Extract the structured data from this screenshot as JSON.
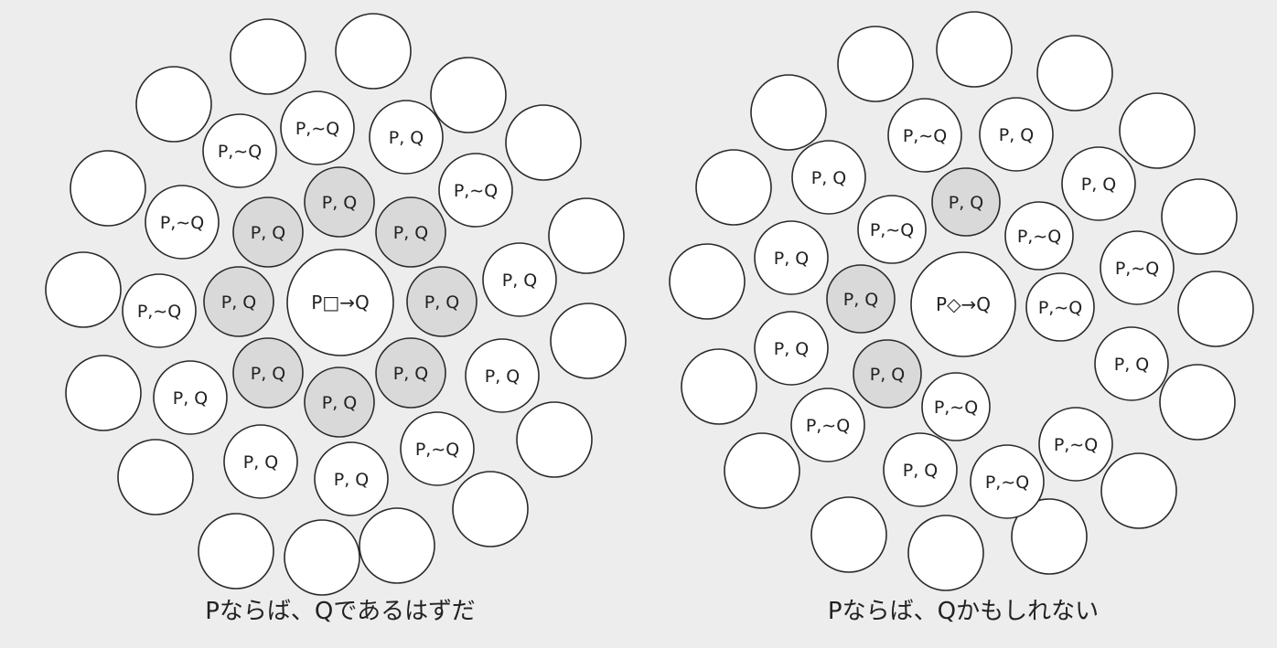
{
  "colors": {
    "background": "#ededed",
    "stroke": "#2a2a2a",
    "circle_fill": "#ffffff",
    "highlight_fill": "#d9d9d9",
    "text": "#222222"
  },
  "diagrams": [
    {
      "name": "necessity",
      "caption": "Pならば、Qであるはずだ",
      "center_label": "P□→Q",
      "circles": [
        {
          "label": "",
          "highlight": false
        },
        {
          "label": "",
          "highlight": false
        },
        {
          "label": "",
          "highlight": false
        },
        {
          "label": "",
          "highlight": false
        },
        {
          "label": "",
          "highlight": false
        },
        {
          "label": "",
          "highlight": false
        },
        {
          "label": "",
          "highlight": false
        },
        {
          "label": "",
          "highlight": false
        },
        {
          "label": "",
          "highlight": false
        },
        {
          "label": "",
          "highlight": false
        },
        {
          "label": "",
          "highlight": false
        },
        {
          "label": "",
          "highlight": false
        },
        {
          "label": "",
          "highlight": false
        },
        {
          "label": "",
          "highlight": false
        },
        {
          "label": "",
          "highlight": false
        },
        {
          "label": "",
          "highlight": false
        },
        {
          "label": "P,∼Q",
          "highlight": false
        },
        {
          "label": "P,∼Q",
          "highlight": false
        },
        {
          "label": "P, Q",
          "highlight": false
        },
        {
          "label": "P,∼Q",
          "highlight": false
        },
        {
          "label": "P, Q",
          "highlight": false
        },
        {
          "label": "P, Q",
          "highlight": false
        },
        {
          "label": "P,∼Q",
          "highlight": false
        },
        {
          "label": "P, Q",
          "highlight": false
        },
        {
          "label": "P, Q",
          "highlight": false
        },
        {
          "label": "P, Q",
          "highlight": false
        },
        {
          "label": "P,∼Q",
          "highlight": false
        },
        {
          "label": "P,∼Q",
          "highlight": false
        },
        {
          "label": "P, Q",
          "highlight": true
        },
        {
          "label": "P, Q",
          "highlight": true
        },
        {
          "label": "P, Q",
          "highlight": true
        },
        {
          "label": "P, Q",
          "highlight": true
        },
        {
          "label": "P, Q",
          "highlight": true
        },
        {
          "label": "P, Q",
          "highlight": true
        },
        {
          "label": "P, Q",
          "highlight": true
        },
        {
          "label": "P, Q",
          "highlight": true
        }
      ]
    },
    {
      "name": "possibility",
      "caption": "Pならば、Qかもしれない",
      "center_label": "P◇→Q",
      "circles": [
        {
          "label": "",
          "highlight": false
        },
        {
          "label": "",
          "highlight": false
        },
        {
          "label": "",
          "highlight": false
        },
        {
          "label": "",
          "highlight": false
        },
        {
          "label": "",
          "highlight": false
        },
        {
          "label": "",
          "highlight": false
        },
        {
          "label": "",
          "highlight": false
        },
        {
          "label": "",
          "highlight": false
        },
        {
          "label": "",
          "highlight": false
        },
        {
          "label": "",
          "highlight": false
        },
        {
          "label": "",
          "highlight": false
        },
        {
          "label": "",
          "highlight": false
        },
        {
          "label": "",
          "highlight": false
        },
        {
          "label": "",
          "highlight": false
        },
        {
          "label": "",
          "highlight": false
        },
        {
          "label": "",
          "highlight": false
        },
        {
          "label": "P,∼Q",
          "highlight": false
        },
        {
          "label": "P, Q",
          "highlight": false
        },
        {
          "label": "P, Q",
          "highlight": false
        },
        {
          "label": "P, Q",
          "highlight": false
        },
        {
          "label": "P,∼Q",
          "highlight": false
        },
        {
          "label": "P,∼Q",
          "highlight": false
        },
        {
          "label": "P, Q",
          "highlight": false
        },
        {
          "label": "P,∼Q",
          "highlight": false
        },
        {
          "label": "P, Q",
          "highlight": false
        },
        {
          "label": "P, Q",
          "highlight": false
        },
        {
          "label": "P, Q",
          "highlight": false
        },
        {
          "label": "P,∼Q",
          "highlight": false
        },
        {
          "label": "P,∼Q",
          "highlight": false
        },
        {
          "label": "P,∼Q",
          "highlight": false
        },
        {
          "label": "P,∼Q",
          "highlight": false
        },
        {
          "label": "P,∼Q",
          "highlight": false
        },
        {
          "label": "P, Q",
          "highlight": true
        },
        {
          "label": "P, Q",
          "highlight": true
        },
        {
          "label": "P, Q",
          "highlight": true
        }
      ]
    }
  ]
}
